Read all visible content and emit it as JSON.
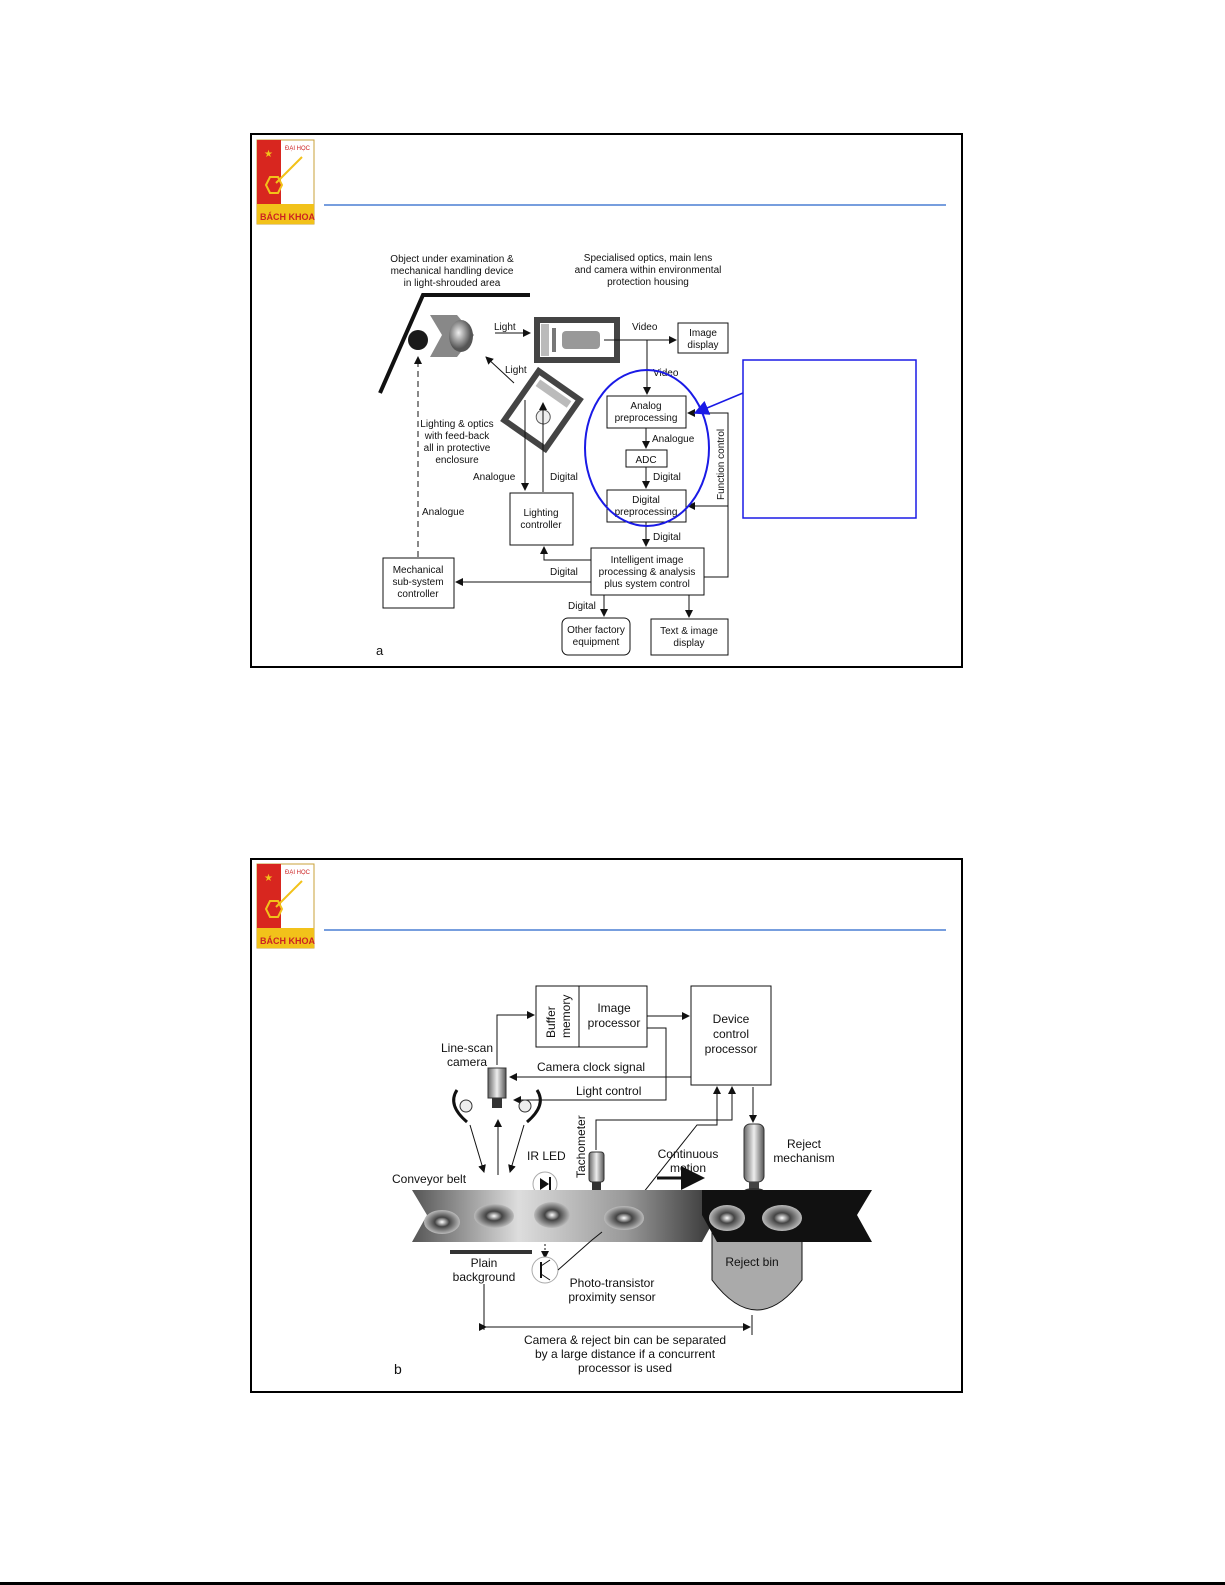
{
  "logo": {
    "top_text": "ĐẠI HỌC",
    "bottom_text": "BÁCH KHOA"
  },
  "colors": {
    "accent_line": "#4a7fd4",
    "highlight": "#1a1ae6",
    "logo_red": "#d8261f",
    "logo_yellow": "#f2c21a"
  },
  "slide_a": {
    "label": "a",
    "object_caption": [
      "Object under examination &",
      "mechanical handling device",
      "in light-shrouded area"
    ],
    "optics_caption": [
      "Specialised optics, main lens",
      "and camera within  environmental",
      "protection housing"
    ],
    "light_1": "Light",
    "light_2": "Light",
    "video_1": "Video",
    "video_2": "Video",
    "image_display": [
      "Image",
      "display"
    ],
    "lighting_caption": [
      "Lighting & optics",
      "with feed-back",
      "all in protective",
      "enclosure"
    ],
    "analogue_light": "Analogue",
    "digital_light": "Digital",
    "analogue_mech": "Analogue",
    "analog_preprocessing": [
      "Analog",
      "preprocessing"
    ],
    "analogue_mid": "Analogue",
    "adc": "ADC",
    "digital_mid": "Digital",
    "digital_preprocessing": [
      "Digital",
      "preprocessing"
    ],
    "digital_low": "Digital",
    "function_control": "Function control",
    "lighting_controller": [
      "Lighting",
      "controller"
    ],
    "intelligent": [
      "Intelligent image",
      "processing & analysis",
      "plus system control"
    ],
    "digital_left": "Digital",
    "mechanical": [
      "Mechanical",
      "sub-system",
      "controller"
    ],
    "digital_out": "Digital",
    "other_factory": [
      "Other factory",
      "equipment"
    ],
    "text_image_display": [
      "Text  & image",
      "display"
    ]
  },
  "slide_b": {
    "label": "b",
    "buffer_memory": [
      "Buffer",
      "memory"
    ],
    "image_processor": [
      "Image",
      "processor"
    ],
    "device_control": [
      "Device",
      "control",
      "processor"
    ],
    "line_scan_camera": [
      "Line-scan",
      "camera"
    ],
    "camera_clock": "Camera clock signal",
    "light_control": "Light control",
    "tachometer": "Tachometer",
    "ir_led": "IR LED",
    "continuous_motion": [
      "Continuous",
      "motion"
    ],
    "reject_mechanism": [
      "Reject",
      "mechanism"
    ],
    "conveyor_belt": "Conveyor belt",
    "reject_bin": "Reject bin",
    "plain_background": [
      "Plain",
      "background"
    ],
    "photo_transistor": [
      "Photo-transistor",
      "proximity sensor"
    ],
    "separation_note": [
      "Camera & reject bin can be separated",
      "by a large distance if a concurrent",
      "processor is used"
    ]
  }
}
